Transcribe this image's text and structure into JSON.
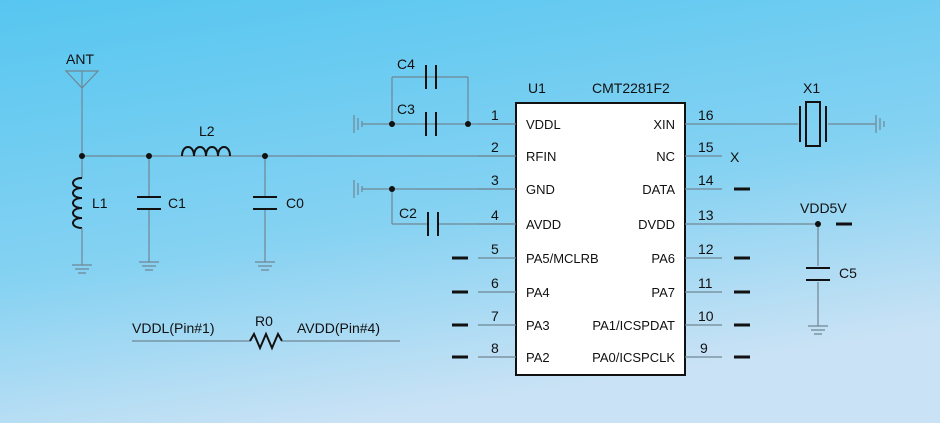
{
  "chip": {
    "ref": "U1",
    "part": "CMT2281F2"
  },
  "pins_left": [
    {
      "num": "1",
      "name": "VDDL"
    },
    {
      "num": "2",
      "name": "RFIN"
    },
    {
      "num": "3",
      "name": "GND"
    },
    {
      "num": "4",
      "name": "AVDD"
    },
    {
      "num": "5",
      "name": "PA5/MCLRB"
    },
    {
      "num": "6",
      "name": "PA4"
    },
    {
      "num": "7",
      "name": "PA3"
    },
    {
      "num": "8",
      "name": "PA2"
    }
  ],
  "pins_right": [
    {
      "num": "16",
      "name": "XIN"
    },
    {
      "num": "15",
      "name": "NC"
    },
    {
      "num": "14",
      "name": "DATA"
    },
    {
      "num": "13",
      "name": "DVDD"
    },
    {
      "num": "12",
      "name": "PA6"
    },
    {
      "num": "11",
      "name": "PA7"
    },
    {
      "num": "10",
      "name": "PA1/ICSPDAT"
    },
    {
      "num": "9",
      "name": "PA0/ICSPCLK"
    }
  ],
  "components": {
    "antenna": "ANT",
    "l1": "L1",
    "l2": "L2",
    "c0": "C0",
    "c1": "C1",
    "c2": "C2",
    "c3": "C3",
    "c4": "C4",
    "c5": "C5",
    "x1": "X1",
    "r0": "R0"
  },
  "nets": {
    "vdd5v": "VDD5V",
    "nc_mark": "X",
    "vddl_ref": "VDDL(Pin#1)",
    "avdd_ref": "AVDD(Pin#4)"
  },
  "colors": {
    "background_top": "#58c8f0",
    "background_bottom": "#bfe0f4",
    "wire": "#6f8694",
    "ink": "#111111"
  }
}
